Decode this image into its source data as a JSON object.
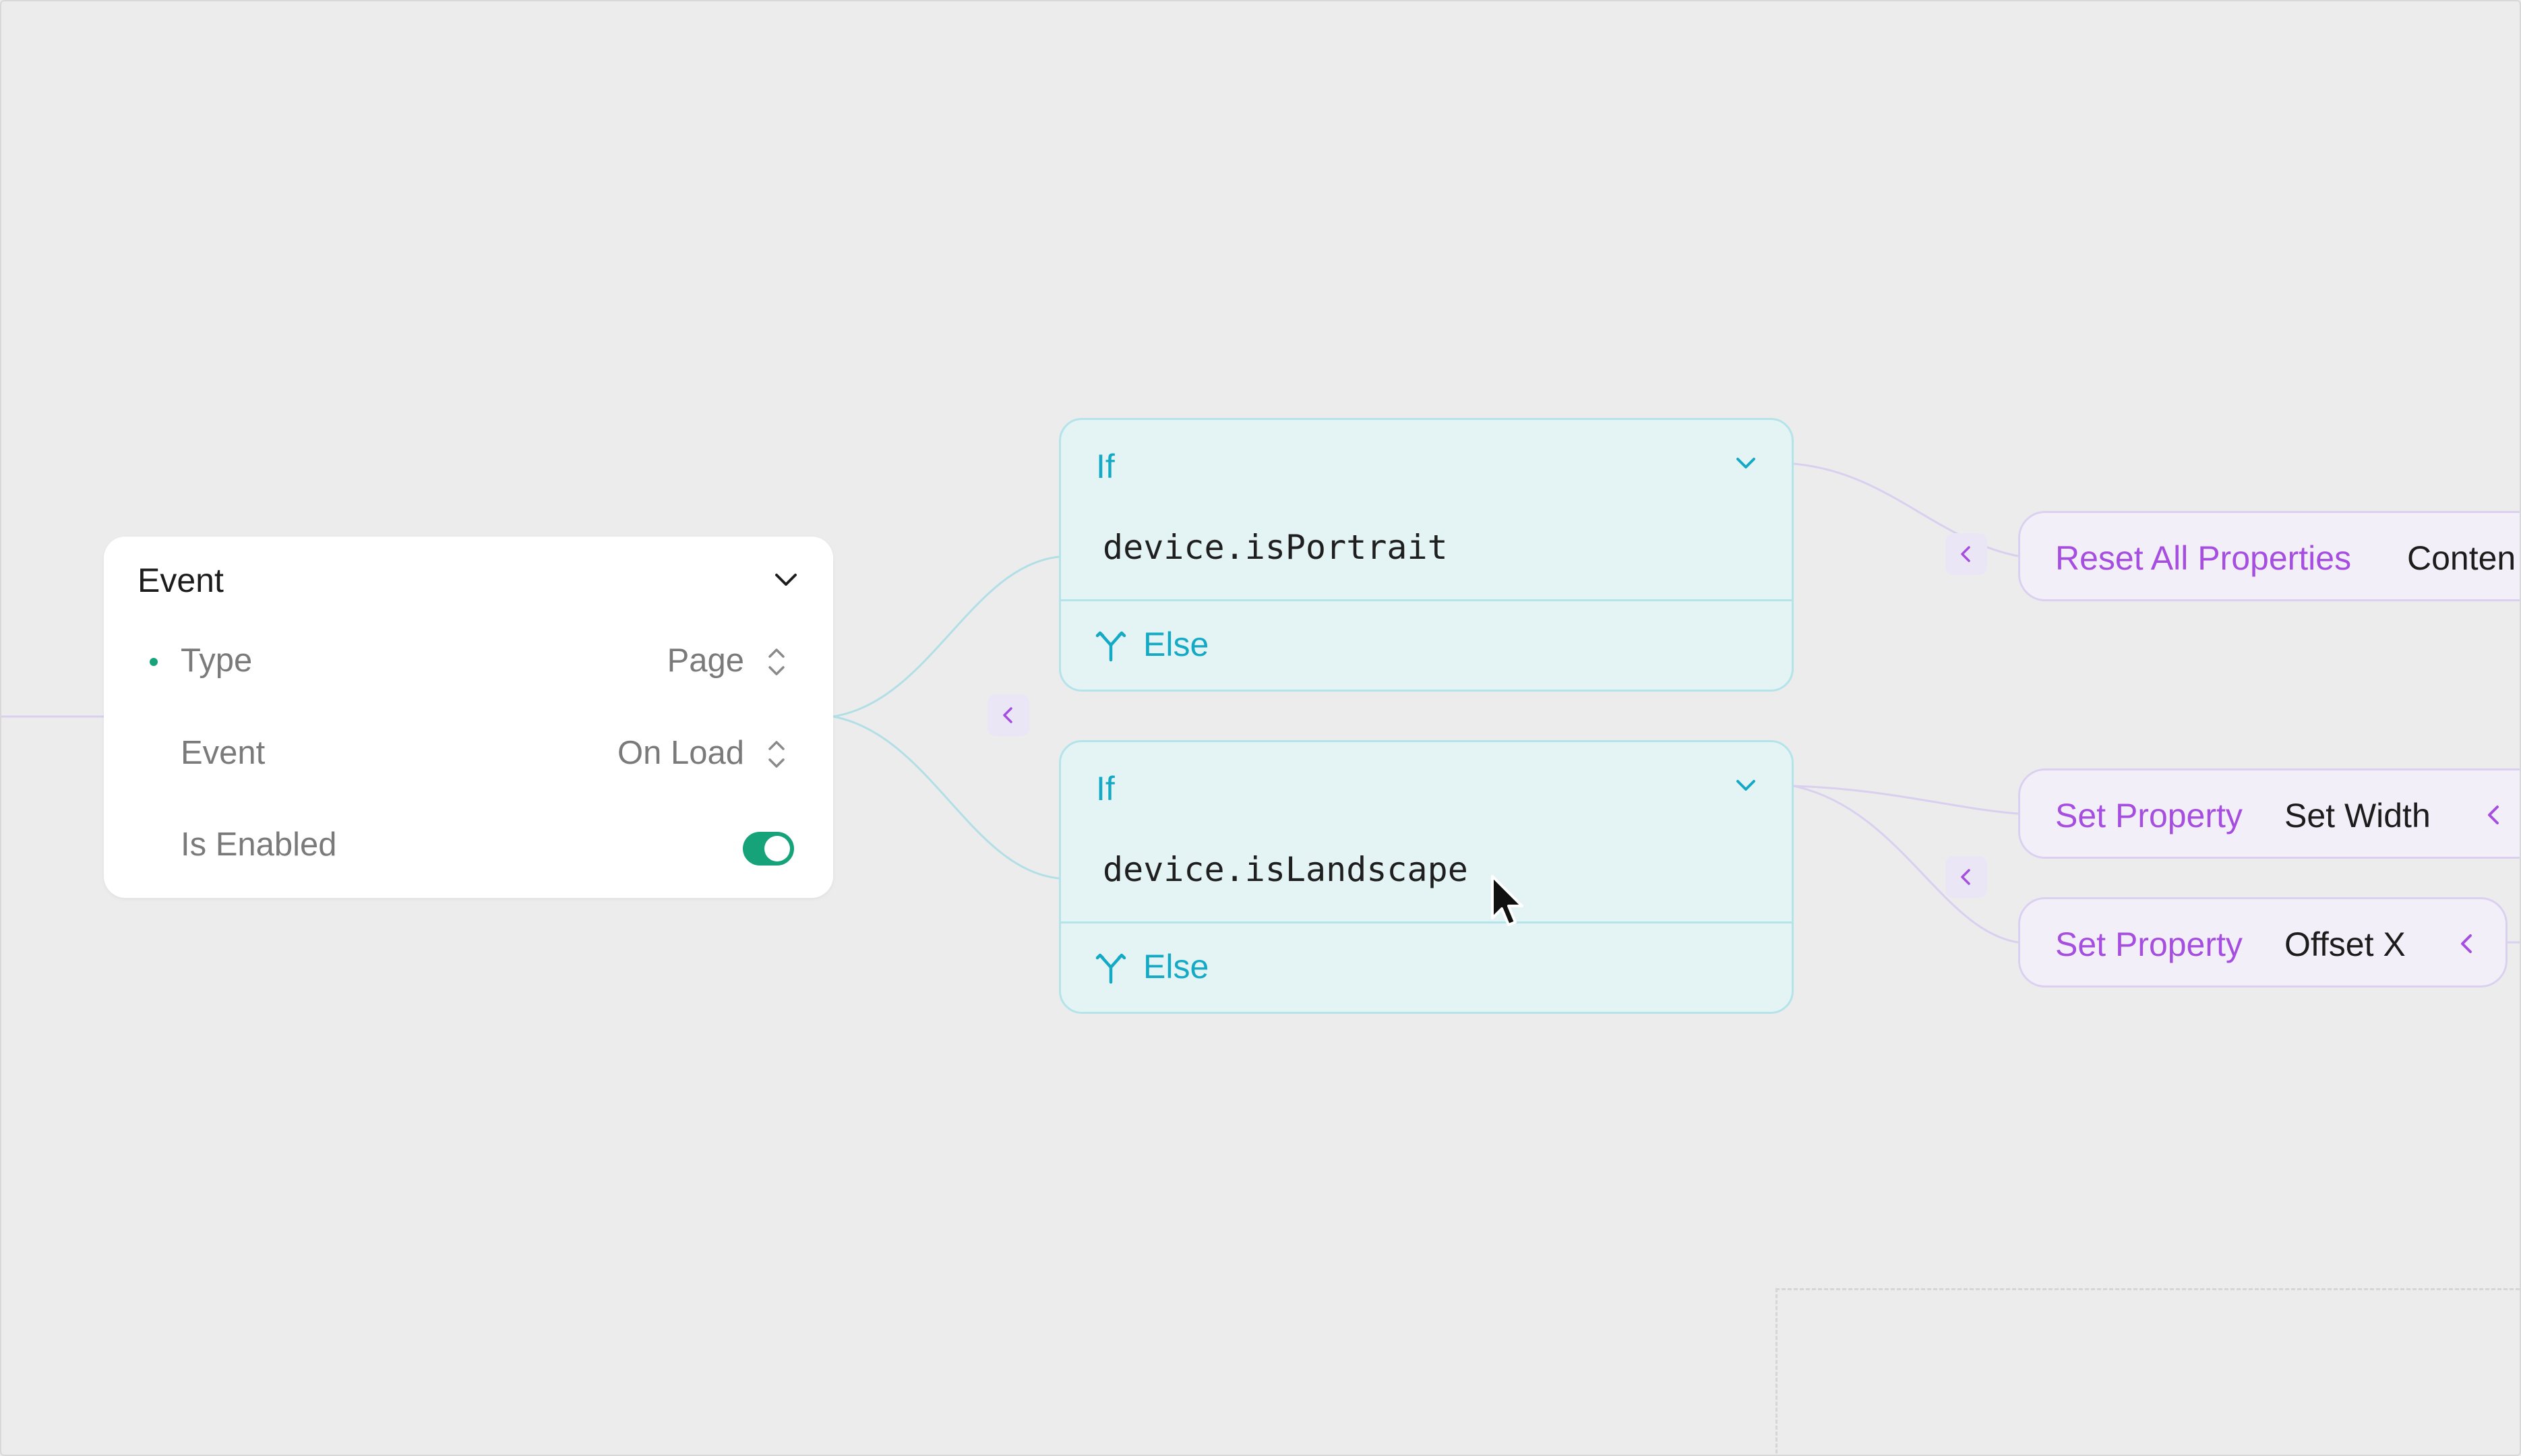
{
  "event_node": {
    "title": "Event",
    "properties": [
      {
        "label": "Type",
        "value": "Page"
      },
      {
        "label": "Event",
        "value": "On Load"
      },
      {
        "label": "Is Enabled",
        "enabled": true
      }
    ]
  },
  "if_nodes": [
    {
      "label": "If",
      "condition": "device.isPortrait",
      "else_label": "Else"
    },
    {
      "label": "If",
      "condition": "device.isLandscape",
      "else_label": "Else"
    }
  ],
  "actions": [
    {
      "kind": "Reset All Properties",
      "detail": "Conten"
    },
    {
      "kind": "Set Property",
      "detail": "Set Width"
    },
    {
      "kind": "Set Property",
      "detail": "Offset X"
    }
  ],
  "colors": {
    "canvas": "#ececec",
    "condition_accent": "#14a9c4",
    "action_accent": "#a54ee0",
    "toggle_on": "#16a37a"
  },
  "icons": [
    "chevron-down-icon",
    "up-down-icon",
    "branch-icon",
    "chevron-left-icon",
    "mouse-cursor-icon"
  ]
}
